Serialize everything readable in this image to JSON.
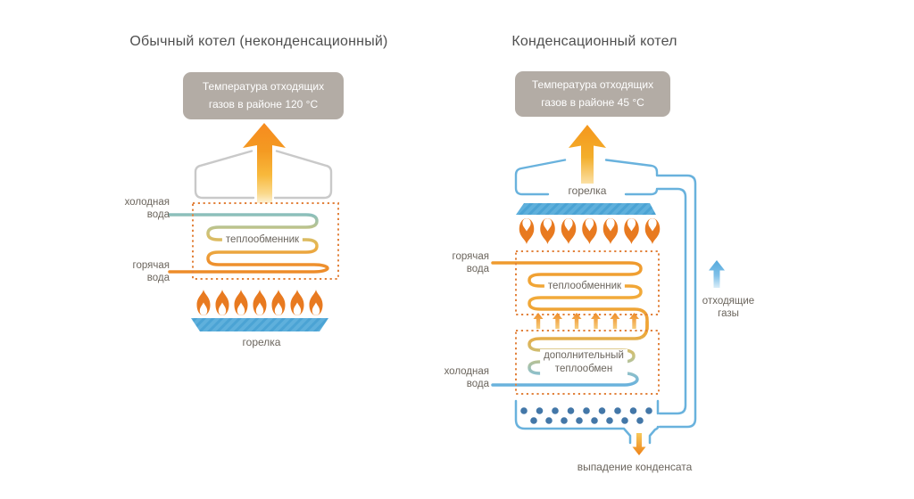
{
  "left_boiler": {
    "title": "Обычный котел (неконденсационный)",
    "flue_temp": "Температура отходящих\nгазов в районе 120 °C",
    "cold_water": "холодная\nвода",
    "heat_exchanger": "теплообменник",
    "hot_water": "горячая\nвода",
    "burner": "горелка"
  },
  "right_boiler": {
    "title": "Конденсационный котел",
    "flue_temp": "Температура отходящих\nгазов в районе 45 °C",
    "burner": "горелка",
    "hot_water": "горячая\nвода",
    "heat_exchanger": "теплообменник",
    "additional_exchanger": "дополнительный\nтеплообмен",
    "cold_water": "холодная\nвода",
    "flue_gases": "отходящие\nгазы",
    "condensate": "выпадение конденсата"
  },
  "colors": {
    "orange_pipe": "#ee8d2b",
    "amber": "#f2ab3a",
    "teal_pipe": "#8bbfbc",
    "blue": "#69b2dd",
    "flame_orange": "#e87a20",
    "condensate_dot": "#4377a8",
    "hood_gray": "#c9c9c9",
    "dashed_border": "#e2823c",
    "flue_box_bg": "#b3aca5",
    "title_text": "#4f4f4f",
    "label_text": "#6b655d"
  }
}
